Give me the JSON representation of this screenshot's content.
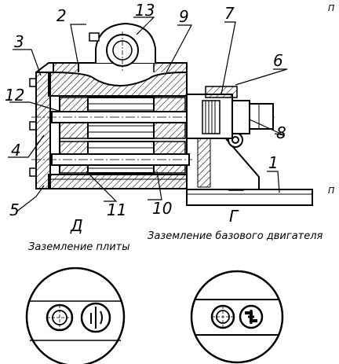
{
  "callouts": {
    "n1": "1",
    "n2": "2",
    "n3": "3",
    "n4": "4",
    "n5": "5",
    "n6": "6",
    "n7": "7",
    "n8": "8",
    "n9": "9",
    "n10": "10",
    "n11": "11",
    "n12": "12",
    "n13": "13"
  },
  "views": {
    "d_letter": "Д",
    "d_caption": "Заземление плиты",
    "g_letter": "Г",
    "g_caption": "Заземление базового двигателя"
  },
  "edge_fragments": {
    "top_right": "П",
    "right_mid": "П"
  },
  "colors": {
    "ink": "#000000",
    "paper": "#ffffff"
  }
}
